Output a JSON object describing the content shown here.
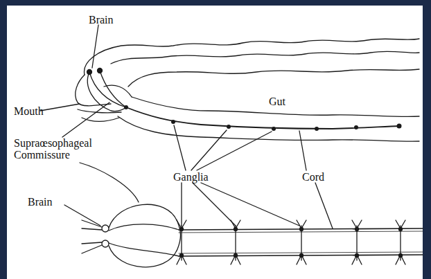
{
  "diagram": {
    "labels": [
      "Brain",
      "Mouth",
      "Gut",
      "Supraœsophageal Commissure",
      "Ganglia",
      "Cord",
      "Brain"
    ]
  }
}
